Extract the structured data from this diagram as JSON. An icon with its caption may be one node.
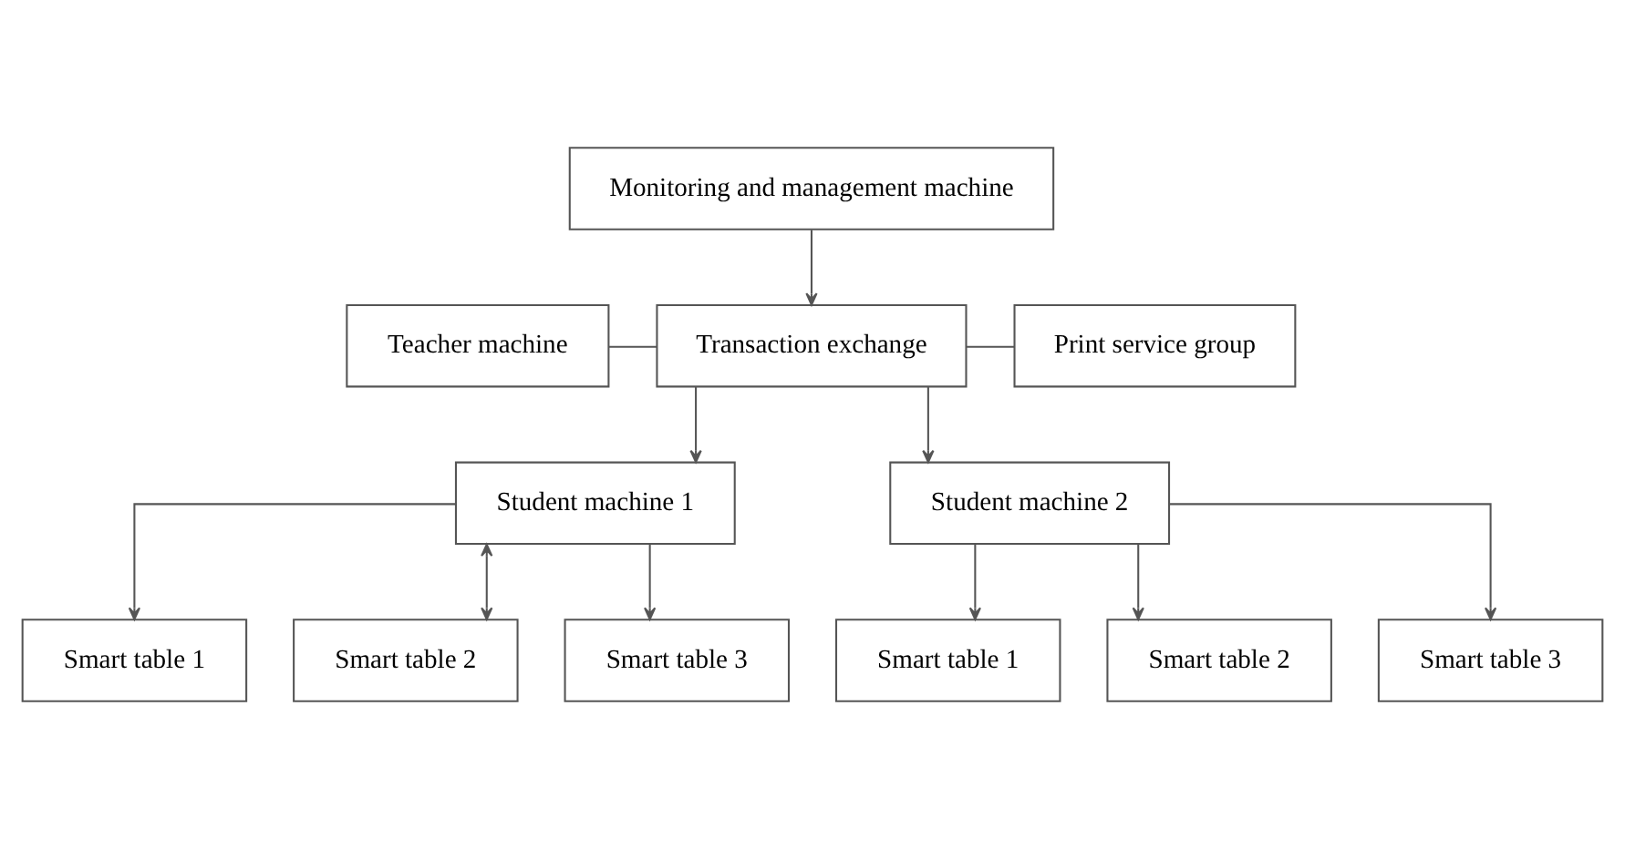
{
  "diagram": {
    "nodes": [
      {
        "text": [
          "Monitoring and management machine"
        ]
      },
      {
        "text": [
          "Teacher machine"
        ]
      },
      {
        "text": [
          "Transaction exchange"
        ]
      },
      {
        "text": [
          "Print service group"
        ]
      },
      {
        "text": [
          "Student machine 1"
        ]
      },
      {
        "text": [
          "Student machine 2"
        ]
      },
      {
        "text": [
          "Smart table 1"
        ]
      },
      {
        "text": [
          "Smart table 2"
        ]
      },
      {
        "text": [
          "Smart table 3"
        ]
      },
      {
        "text": [
          "Smart table 1"
        ]
      },
      {
        "text": [
          "Smart table 2"
        ]
      },
      {
        "text": [
          "Smart table 3"
        ]
      }
    ],
    "edges": [
      {
        "from": 0,
        "to": 2,
        "arrow": "to"
      },
      {
        "from": 1,
        "to": 2,
        "arrow": "none"
      },
      {
        "from": 2,
        "to": 3,
        "arrow": "none"
      },
      {
        "from": 2,
        "to": 4,
        "arrow": "to"
      },
      {
        "from": 2,
        "to": 5,
        "arrow": "to"
      },
      {
        "from": 4,
        "to": 6,
        "arrow": "to"
      },
      {
        "from": 4,
        "to": 7,
        "arrow": "both"
      },
      {
        "from": 4,
        "to": 8,
        "arrow": "to"
      },
      {
        "from": 5,
        "to": 9,
        "arrow": "to"
      },
      {
        "from": 5,
        "to": 10,
        "arrow": "to"
      },
      {
        "from": 5,
        "to": 11,
        "arrow": "to"
      }
    ]
  }
}
